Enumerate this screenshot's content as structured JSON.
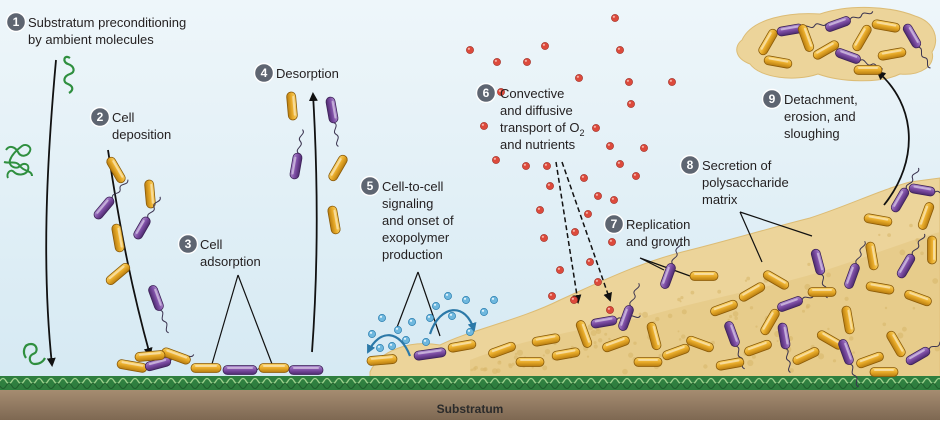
{
  "steps": [
    {
      "number": "1",
      "lines": [
        "Substratum preconditioning",
        "by ambient molecules"
      ]
    },
    {
      "number": "2",
      "lines": [
        "Cell",
        "deposition"
      ]
    },
    {
      "number": "3",
      "lines": [
        "Cell",
        "adsorption"
      ]
    },
    {
      "number": "4",
      "lines": [
        "Desorption"
      ]
    },
    {
      "number": "5",
      "lines": [
        "Cell-to-cell",
        "signaling",
        "and onset of",
        "exopolymer",
        "production"
      ]
    },
    {
      "number": "6",
      "lines": [
        "Convective",
        "and diffusive",
        "transport of O",
        "and nutrients"
      ],
      "subscript": "2"
    },
    {
      "number": "7",
      "lines": [
        "Replication",
        "and growth"
      ]
    },
    {
      "number": "8",
      "lines": [
        "Secretion of",
        "polysaccharide",
        "matrix"
      ]
    },
    {
      "number": "9",
      "lines": [
        "Detachment,",
        "erosion, and",
        "sloughing"
      ]
    }
  ],
  "substratum_label": "Substratum",
  "colors": {
    "sky": "#dcedf5",
    "badge": "#5e6571",
    "matrix": "#ecd49a",
    "rod_yellow": "#e9ac2a",
    "rod_purple": "#7f4fa6",
    "conditioning_film": "#2f7f3f",
    "substratum": "#9b8469",
    "oxygen_dot": "#dd4a3c",
    "signal_dot": "#6fb8de"
  }
}
